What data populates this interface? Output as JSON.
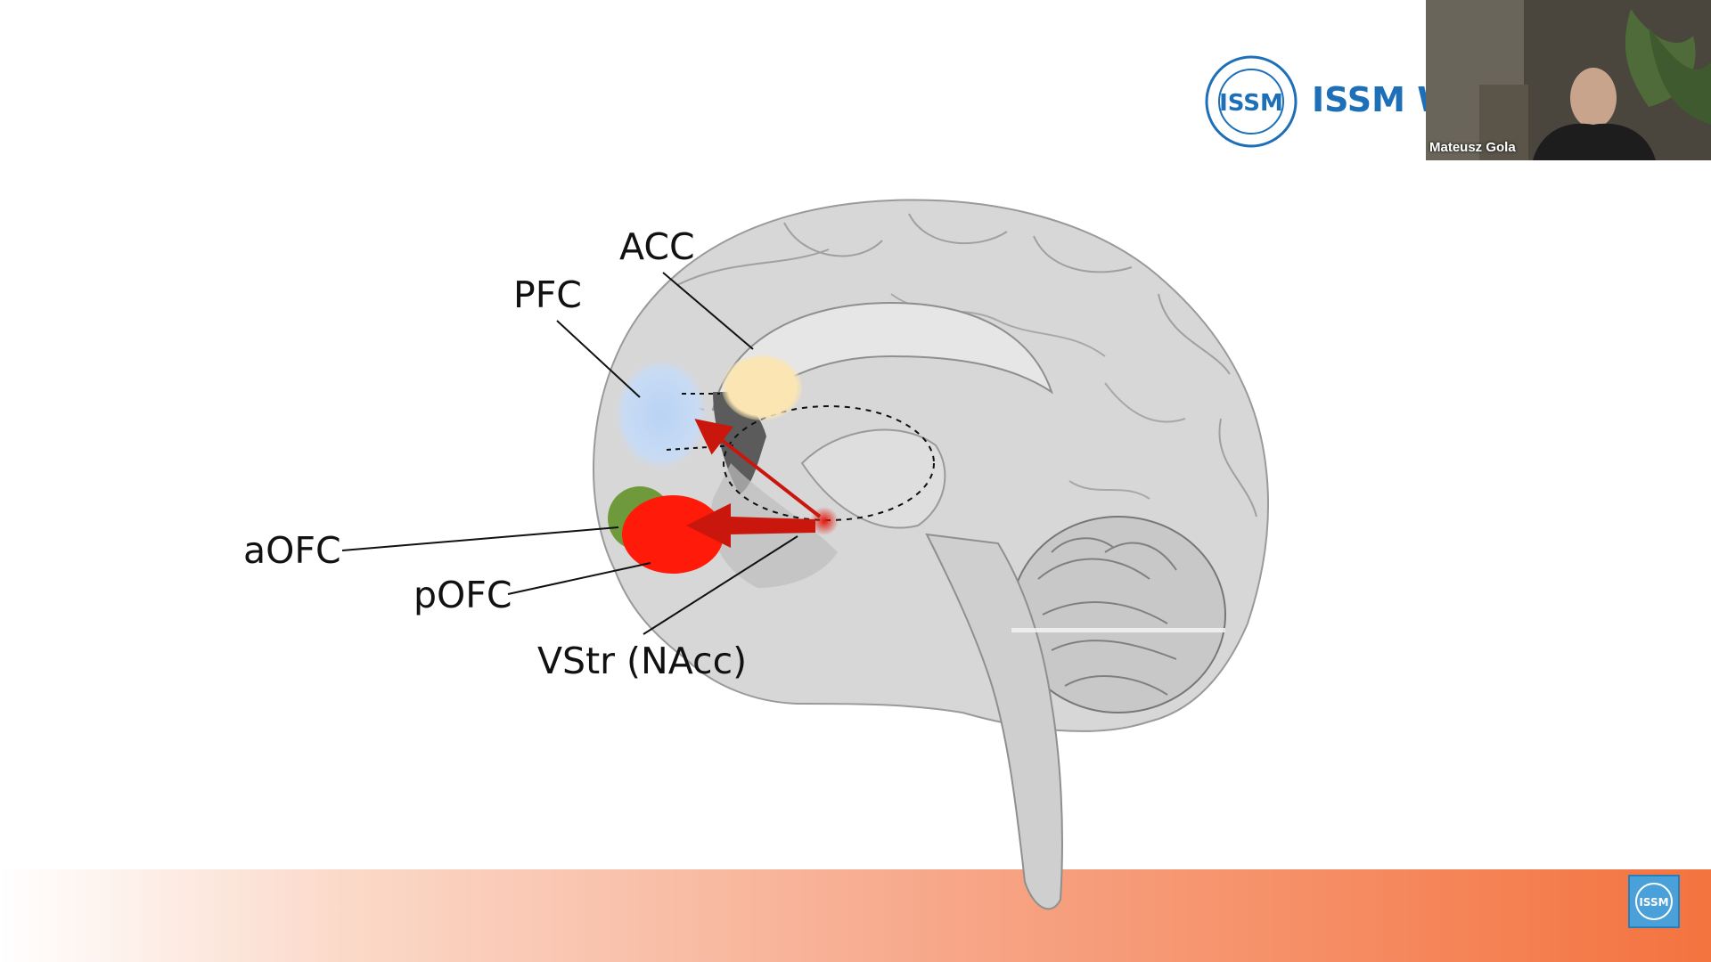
{
  "slide": {
    "labels": {
      "acc": "ACC",
      "pfc": "PFC",
      "aofc": "aOFC",
      "pofc": "pOFC",
      "vstr": "VStr (NAcc)"
    },
    "header_text": "ISSM W",
    "logo_text": "ISSM",
    "colors": {
      "acc_region": "#fbe6b3",
      "pfc_region": "#b9d3f5",
      "aofc_region": "#6f9a3c",
      "pofc_region": "#ff1a0a",
      "arrow": "#c9170e",
      "footer_accent": "#f4733f",
      "logo_blue": "#1d6fb8"
    }
  },
  "video": {
    "participant_name": "Mateusz Gola"
  }
}
